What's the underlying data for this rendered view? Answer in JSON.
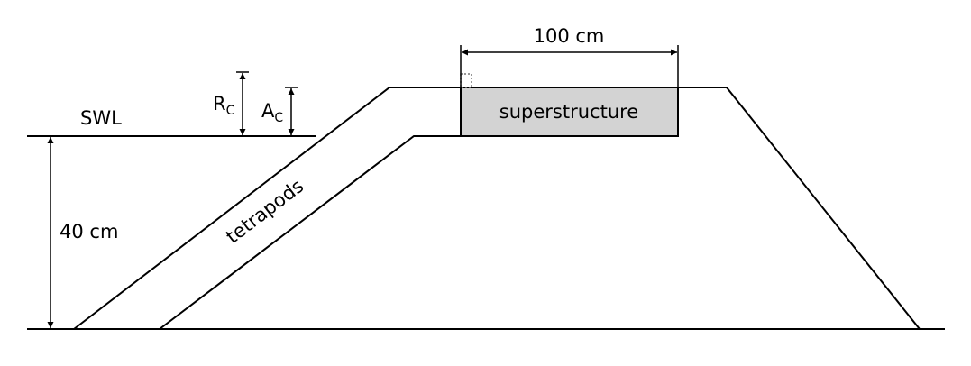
{
  "labels": {
    "dimension_width": "100 cm",
    "dimension_depth": "40 cm",
    "water_level": "SWL",
    "rc_main": "R",
    "rc_sub": "C",
    "ac_main": "A",
    "ac_sub": "C",
    "armour_layer": "tetrapods",
    "crest_block": "superstructure"
  },
  "colors": {
    "line": "#000000",
    "superstructure_fill": "#d3d3d3",
    "wave_wall_outline": "#777777"
  }
}
